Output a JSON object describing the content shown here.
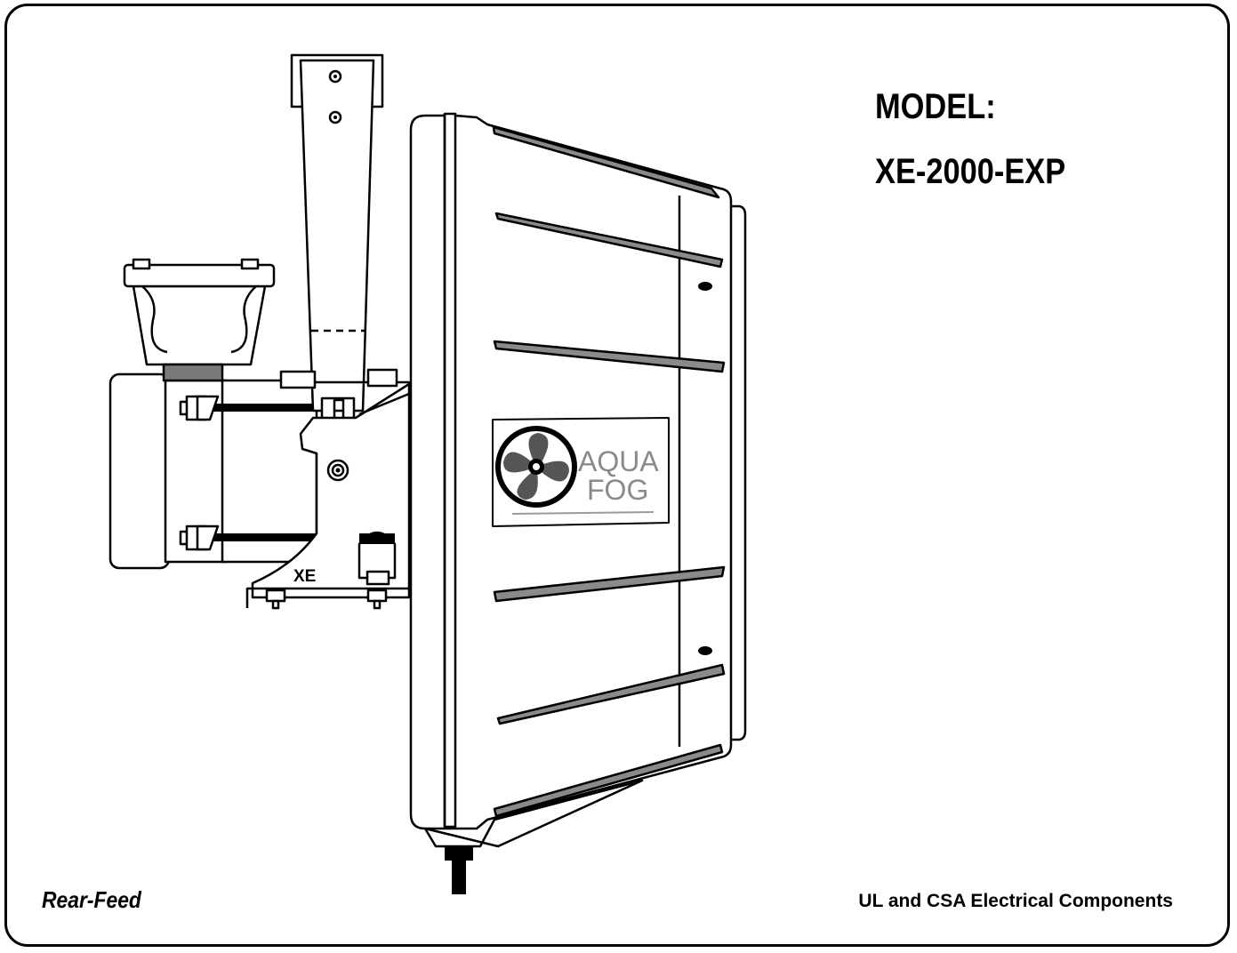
{
  "header": {
    "model_label": "MODEL:",
    "model_number": "XE-2000-EXP"
  },
  "unit": {
    "bracket_mark": "XE",
    "logo_line1": "AQUA",
    "logo_line2": "FOG"
  },
  "footer": {
    "feed_type": "Rear-Feed",
    "compliance": "UL and CSA Electrical Components"
  },
  "colors": {
    "line": "#000000",
    "louver_fill": "#8a8a8a",
    "band_fill": "#7a7a7a",
    "background": "#ffffff"
  }
}
